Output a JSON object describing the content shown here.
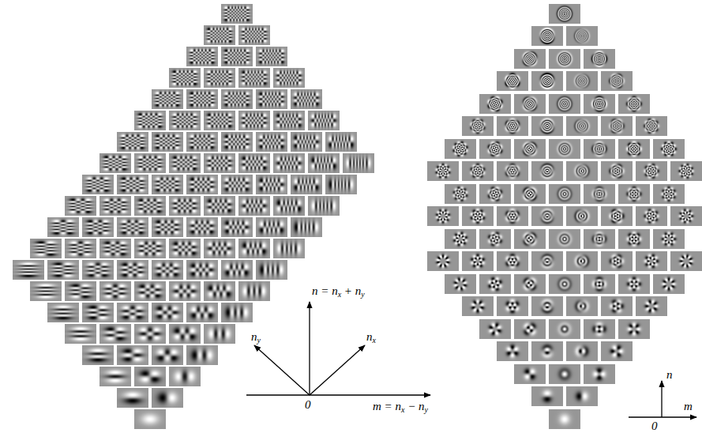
{
  "diagram": {
    "labels": [
      "n = nx + ny",
      "ny",
      "nx",
      "0",
      "m = nx − ny",
      "n",
      "0",
      "m"
    ]
  }
}
